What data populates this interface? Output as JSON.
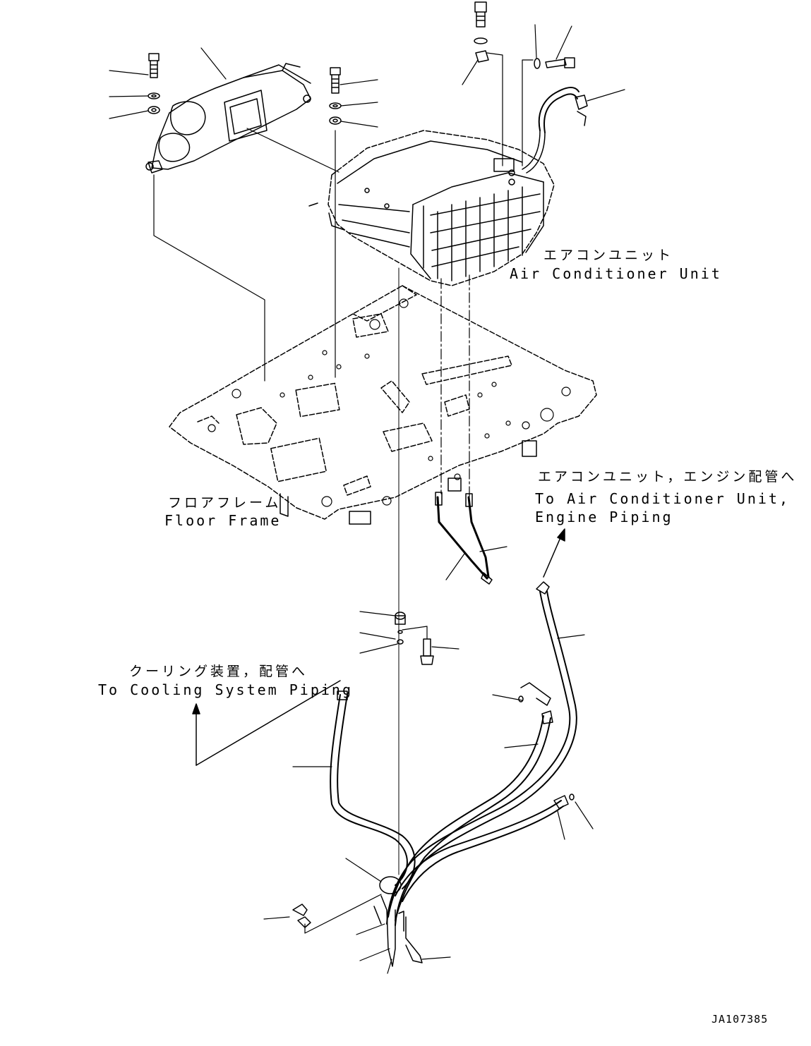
{
  "labels": {
    "ac_unit_jp": "エアコンユニット",
    "ac_unit_en": "Air Conditioner Unit",
    "floor_jp": "フロアフレーム",
    "floor_en": "Floor Frame",
    "to_ac_jp": "エアコンユニット，エンジン配管へ",
    "to_ac_en1": "To Air Conditioner Unit,",
    "to_ac_en2": "Engine Piping",
    "cooling_jp": "クーリング装置，配管へ",
    "cooling_en": "To Cooling System Piping",
    "drawing_code": "JA107385"
  },
  "colors": {
    "ink": "#000000",
    "paper": "#ffffff"
  }
}
